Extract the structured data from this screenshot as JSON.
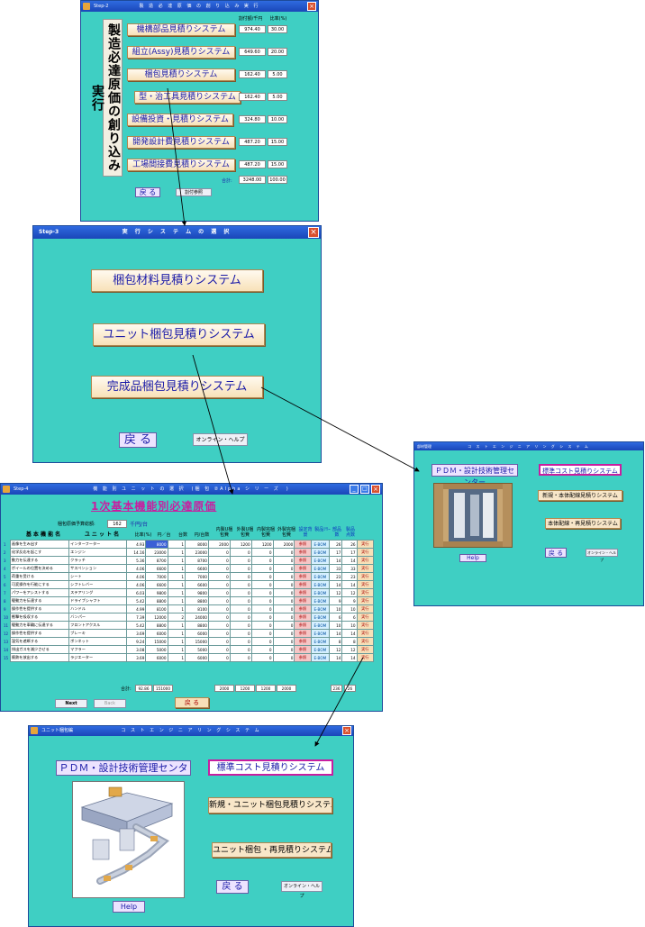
{
  "w1": {
    "title": "Step-2",
    "title_center": "製 造 必 達 原 価 の 創 り 込 み 実 行",
    "vertical_label": "製造必達原価の創り込み実行",
    "col_head_price": "割付額/千円",
    "col_head_ratio": "比率(%)",
    "items": [
      {
        "label": "機構部品見積りシステム",
        "value": "974.40",
        "ratio": "30.00"
      },
      {
        "label": "組立(Assy)見積りシステム",
        "value": "649.60",
        "ratio": "20.00"
      },
      {
        "label": "梱包見積りシステム",
        "value": "162.40",
        "ratio": "5.00"
      },
      {
        "label": "型・治工具見積りシステム",
        "value": "162.40",
        "ratio": "5.00"
      },
      {
        "label": "設備投資・見積りシステム",
        "value": "324.80",
        "ratio": "10.00"
      },
      {
        "label": "開発設計費見積りシステム",
        "value": "487.20",
        "ratio": "15.00"
      },
      {
        "label": "工場間接費見積りシステム",
        "value": "487.20",
        "ratio": "15.00"
      }
    ],
    "total_label": "合計:",
    "total_value": "3248.00",
    "total_ratio": "100.00",
    "back_label": "戻 る",
    "ref_label": "割付参照"
  },
  "w2": {
    "title": "Step-3",
    "title_center": "実 行 シ ス テ ム の 選 択",
    "btn1": "梱包材料見積りシステム",
    "btn2": "ユニット梱包見積りシステム",
    "btn3": "完成品梱包見積りシステム",
    "back_label": "戻 る",
    "help_label": "オンライン・ヘルプ"
  },
  "w3": {
    "title": "Step-4",
    "title_center": "機 能 別 ユ ニ ッ ト の 選 択　(梱 包 ②Alpha シ リ ー ズ　)",
    "heading": "1次基本機能別必達原価",
    "budget_label": "梱包原価予算総額:",
    "budget_value": "162",
    "budget_unit": "千円/台",
    "headers": {
      "func": "基 本 機 能 名",
      "unit": "ユ ニ ッ ト 名",
      "ratio": "比率(%)",
      "yen": "円／台",
      "qty": "台数",
      "yen_total": "円/台数",
      "in1": "内製U梱包費",
      "out1": "外製U梱包費",
      "in2": "内製完梱包費",
      "out2": "外製完梱包費",
      "setting": "設定背景",
      "ebom_h": "製品ﾂﾘｰ",
      "parts": "部品数",
      "parts2": "製品点数"
    },
    "rows": [
      {
        "no": "1",
        "func": "画像を生み出す",
        "unit": "インターフーター",
        "ratio": "4.93",
        "yen": "8000",
        "qty": "1",
        "total": "8000",
        "a": "2000",
        "b": "1200",
        "c": "1200",
        "d": "2000",
        "p1": "26",
        "p2": "26"
      },
      {
        "no": "2",
        "func": "化学反応を起こす",
        "unit": "エンジン",
        "ratio": "14.16",
        "yen": "23000",
        "qty": "1",
        "total": "23000",
        "a": "0",
        "b": "0",
        "c": "0",
        "d": "0",
        "p1": "17",
        "p2": "17"
      },
      {
        "no": "3",
        "func": "動力を伝達する",
        "unit": "クラッチ",
        "ratio": "5.36",
        "yen": "8700",
        "qty": "1",
        "total": "8700",
        "a": "0",
        "b": "0",
        "c": "0",
        "d": "0",
        "p1": "14",
        "p2": "14"
      },
      {
        "no": "4",
        "func": "ボイールの位置を決める",
        "unit": "サスペンション",
        "ratio": "4.06",
        "yen": "6600",
        "qty": "1",
        "total": "6600",
        "a": "0",
        "b": "0",
        "c": "0",
        "d": "0",
        "p1": "33",
        "p2": "33"
      },
      {
        "no": "5",
        "func": "荷重を受ける",
        "unit": "シート",
        "ratio": "4.06",
        "yen": "7000",
        "qty": "1",
        "total": "7000",
        "a": "0",
        "b": "0",
        "c": "0",
        "d": "0",
        "p1": "23",
        "p2": "23"
      },
      {
        "no": "6",
        "func": "可変操作を行能にする",
        "unit": "シフトレバー",
        "ratio": "4.06",
        "yen": "6600",
        "qty": "1",
        "total": "6600",
        "a": "0",
        "b": "0",
        "c": "0",
        "d": "0",
        "p1": "14",
        "p2": "14"
      },
      {
        "no": "7",
        "func": "パワーをアシストする",
        "unit": "ステアリング",
        "ratio": "6.03",
        "yen": "9800",
        "qty": "1",
        "total": "9800",
        "a": "0",
        "b": "0",
        "c": "0",
        "d": "0",
        "p1": "12",
        "p2": "12"
      },
      {
        "no": "8",
        "func": "駆動力を伝達する",
        "unit": "ドライブシャフト",
        "ratio": "5.42",
        "yen": "8800",
        "qty": "1",
        "total": "8800",
        "a": "0",
        "b": "0",
        "c": "0",
        "d": "0",
        "p1": "9",
        "p2": "9"
      },
      {
        "no": "9",
        "func": "操作性を提供する",
        "unit": "ハンドル",
        "ratio": "4.99",
        "yen": "8100",
        "qty": "1",
        "total": "8100",
        "a": "0",
        "b": "0",
        "c": "0",
        "d": "0",
        "p1": "10",
        "p2": "10"
      },
      {
        "no": "10",
        "func": "衝撃を吸収する",
        "unit": "バンパー",
        "ratio": "7.39",
        "yen": "12000",
        "qty": "2",
        "total": "24000",
        "a": "0",
        "b": "0",
        "c": "0",
        "d": "0",
        "p1": "6",
        "p2": "6"
      },
      {
        "no": "11",
        "func": "駆動力を車輪に伝達する",
        "unit": "フロントアクスル",
        "ratio": "5.42",
        "yen": "8800",
        "qty": "1",
        "total": "8800",
        "a": "0",
        "b": "0",
        "c": "0",
        "d": "0",
        "p1": "10",
        "p2": "10"
      },
      {
        "no": "12",
        "func": "操作性を提供する",
        "unit": "ブレーキ",
        "ratio": "3.69",
        "yen": "6000",
        "qty": "1",
        "total": "6000",
        "a": "0",
        "b": "0",
        "c": "0",
        "d": "0",
        "p1": "14",
        "p2": "14"
      },
      {
        "no": "13",
        "func": "湿気を遮断する",
        "unit": "ボンネット",
        "ratio": "9.24",
        "yen": "15000",
        "qty": "1",
        "total": "15000",
        "a": "0",
        "b": "0",
        "c": "0",
        "d": "0",
        "p1": "8",
        "p2": "8"
      },
      {
        "no": "14",
        "func": "排出ガスを減少させる",
        "unit": "マフラー",
        "ratio": "3.08",
        "yen": "5000",
        "qty": "1",
        "total": "5000",
        "a": "0",
        "b": "0",
        "c": "0",
        "d": "0",
        "p1": "12",
        "p2": "12"
      },
      {
        "no": "15",
        "func": "廃熱を放出する",
        "unit": "ラジエーター",
        "ratio": "3.69",
        "yen": "6000",
        "qty": "1",
        "total": "6000",
        "a": "0",
        "b": "0",
        "c": "0",
        "d": "0",
        "p1": "14",
        "p2": "14"
      }
    ],
    "ref_text": "参照",
    "ebom_text": "E-BOM",
    "exe_text": "実行",
    "total_label": "合計:",
    "total_ratio": "92.86",
    "total_yen": "151000",
    "total_a": "2000",
    "total_b": "1200",
    "total_c": "1200",
    "total_d": "2000",
    "total_p1": "236",
    "total_p2": "26",
    "next_label": "Next",
    "back_small": "Back",
    "back_label": "戻 る"
  },
  "w4": {
    "title": "部材管理",
    "title_center": "コ ス ト エ ン ジ ニ ア リ ン グ シ ス テ ム",
    "pdm_label": "ＰＤＭ・設計技術管理センター",
    "std_label": "標準コスト見積りシステム",
    "btn1": "新規・本体配線見積りシステム",
    "btn2": "本体配線・再見積りシステム",
    "back_label": "戻 る",
    "help_label": "オンライン・ヘルプ",
    "help2": "Help"
  },
  "w5": {
    "title": "ユニット梱包編",
    "title_center": "コ ス ト エ ン ジ ニ ア リ ン グ シ ス テ ム",
    "pdm_label": "ＰＤＭ・設計技術管理センター",
    "std_label": "標準コスト見積りシステム",
    "btn1": "新規・ユニット梱包見積りシステム",
    "btn2": "ユニット梱包・再見積りシステム",
    "back_label": "戻 る",
    "help_label": "オンライン・ヘルプ",
    "help2": "Help"
  },
  "colors": {
    "window_bg": "#3fcfc3",
    "titlebar": "#1a46b8",
    "button_text": "#1a1aa8",
    "accent_pink": "#c81ea0"
  }
}
